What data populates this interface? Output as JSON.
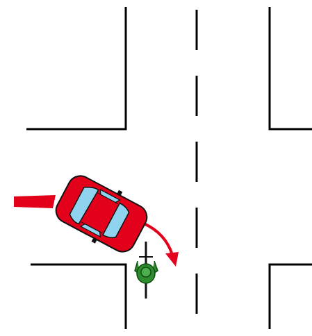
{
  "scene": {
    "type": "traffic-accident-diagram",
    "description_elements": [
      "four-way-intersection",
      "turning-car",
      "cyclist",
      "turn-arrow"
    ]
  },
  "colors": {
    "background": "#ffffff",
    "road_lines": "#000000",
    "car_body": "#e2001a",
    "car_windows": "#8fd3ef",
    "arrow": "#e2001a",
    "cyclist": "#2e8b2e",
    "cyclist_outline": "#0f4d0f"
  },
  "icons": {
    "car": "car-icon",
    "cyclist": "cyclist-icon",
    "arrow": "turn-arrow-icon"
  }
}
